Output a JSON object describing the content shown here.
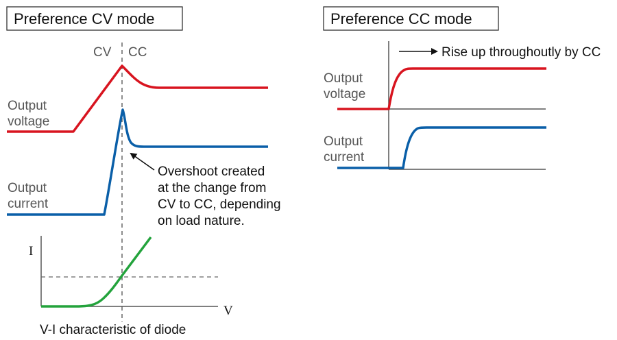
{
  "colors": {
    "voltage": "#d8141f",
    "current": "#0a5fa8",
    "diode": "#23a33c",
    "axis": "#555555",
    "box_border": "#333333"
  },
  "cv_panel": {
    "title": "Preference CV mode",
    "marker_cv": "CV",
    "marker_cc": "CC",
    "voltage_label_line1": "Output",
    "voltage_label_line2": "voltage",
    "current_label_line1": "Output",
    "current_label_line2": "current",
    "overshoot_note": [
      "Overshoot created",
      "at the change from",
      "CV to CC, depending",
      "on load nature."
    ]
  },
  "diode_panel": {
    "y_axis_label": "I",
    "x_axis_label": "V",
    "caption": "V-I characteristic of diode"
  },
  "cc_panel": {
    "title": "Preference CC mode",
    "note": "Rise up throughoutly by CC",
    "voltage_label_line1": "Output",
    "voltage_label_line2": "voltage",
    "current_label_line1": "Output",
    "current_label_line2": "current"
  }
}
